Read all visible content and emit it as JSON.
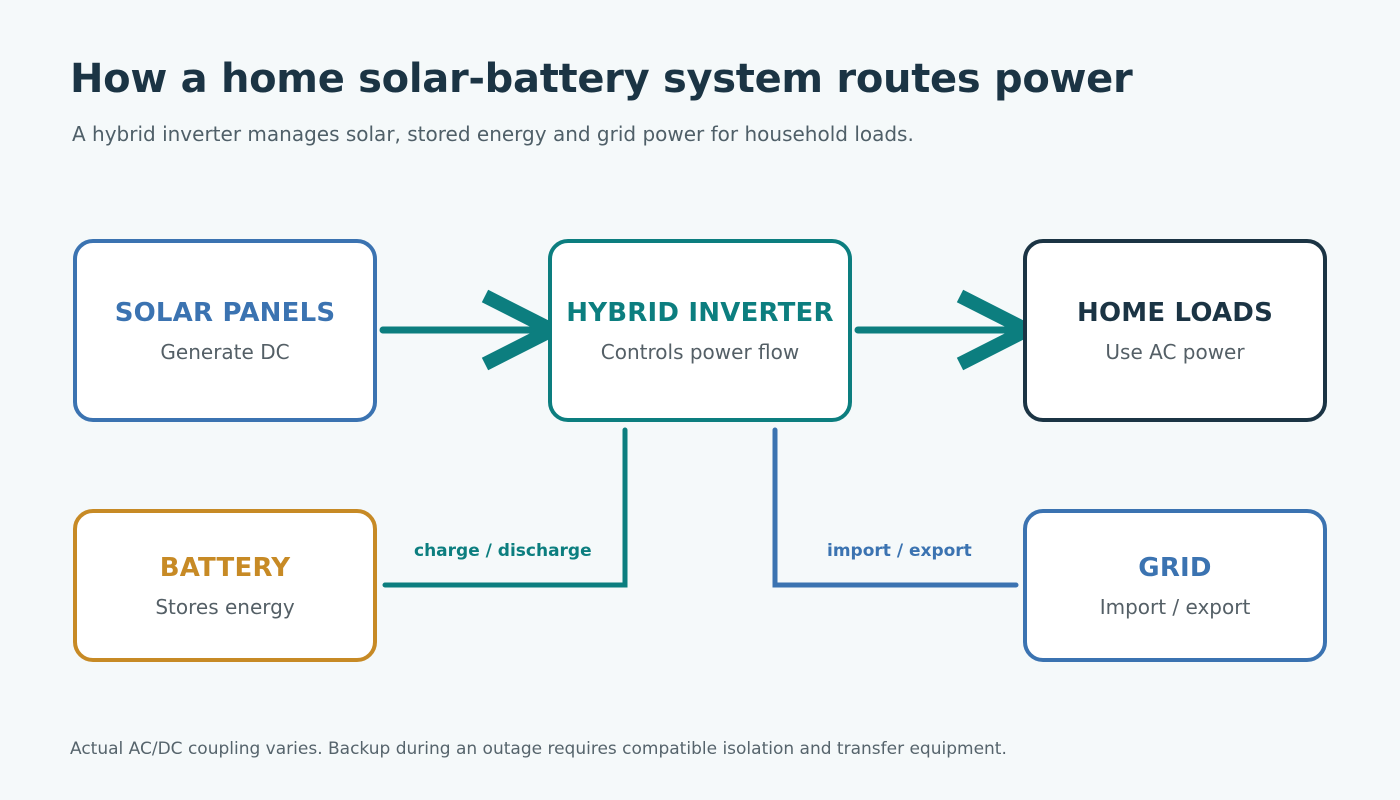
{
  "header": {
    "title": "How a home solar-battery system routes power",
    "subtitle": "A hybrid inverter manages solar, stored energy and grid power for household loads."
  },
  "nodes": {
    "solar": {
      "title": "SOLAR PANELS",
      "subtitle": "Generate DC"
    },
    "inverter": {
      "title": "HYBRID INVERTER",
      "subtitle": "Controls power flow"
    },
    "loads": {
      "title": "HOME LOADS",
      "subtitle": "Use AC power"
    },
    "battery": {
      "title": "BATTERY",
      "subtitle": "Stores energy"
    },
    "grid": {
      "title": "GRID",
      "subtitle": "Import / export"
    }
  },
  "links": {
    "battery_label": "charge / discharge",
    "grid_label": "import / export"
  },
  "footnote": "Actual AC/DC coupling varies. Backup during an outage requires compatible isolation and transfer equipment.",
  "colors": {
    "background": "#f5f9fa",
    "solar": "#3b73b1",
    "inverter": "#0c7e7f",
    "loads": "#1b3444",
    "battery": "#c78a25",
    "grid": "#3b73b1"
  }
}
